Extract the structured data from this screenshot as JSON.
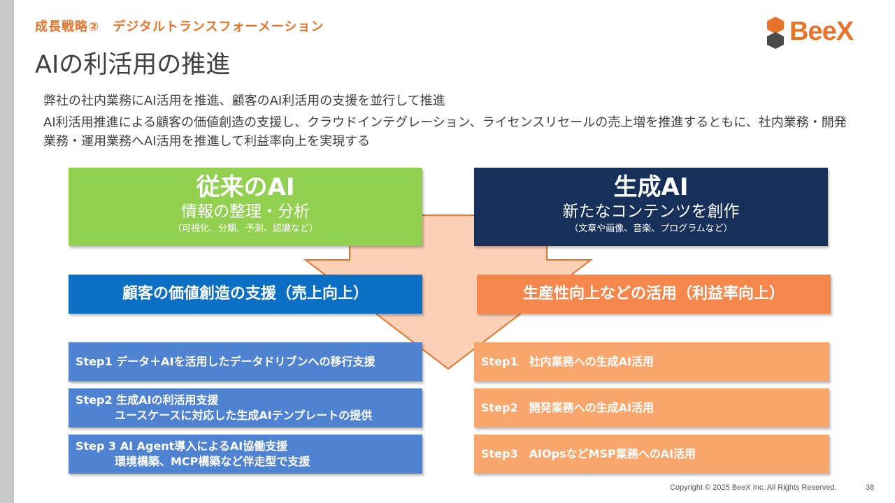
{
  "header": {
    "kicker": "成長戦略②　デジタルトランスフォーメーション",
    "title": "AIの利活用の推進",
    "logo_text": "BeeX",
    "logo_color": "#e8742a"
  },
  "lead": {
    "line1": "弊社の社内業務にAI活用を推進、顧客のAI利活用の支援を並行して推進",
    "line2": "AI利活用推進による顧客の価値創造の支援し、クラウドインテグレーション、ライセンスリセールの売上増を推進するともに、社内業務・開発業務・運用業務へAI活用を推進して利益率向上を実現する"
  },
  "left": {
    "heading": "従来のAI",
    "sub": "情報の整理・分析",
    "note": "（可視化、分類、予測、認識など）",
    "bar": "顧客の価値創造の支援（売上向上）",
    "steps": [
      {
        "line1": "Step1 データ＋AIを活用したデータドリブンへの移行支援",
        "line2": ""
      },
      {
        "line1": "Step2  生成AIの利活用支援",
        "line2": "ユースケースに対応した生成AIテンプレートの提供"
      },
      {
        "line1": "Step 3  AI Agent導入によるAI協働支援",
        "line2": "環境構築、MCP構築など伴走型で支援"
      }
    ]
  },
  "right": {
    "heading": "生成AI",
    "sub": "新たなコンテンツを創作",
    "note": "（文章や画像、音楽、プログラムなど）",
    "bar": "生産性向上などの活用（利益率向上）",
    "steps": [
      "Step1　社内業務への生成AI活用",
      "Step2　開発業務への生成AI活用",
      "Step3　AIOpsなどMSP業務へのAI活用"
    ]
  },
  "footer": {
    "copyright": "Copyright © 2025 BeeX Inc. All Rights Reserved.",
    "page": "38"
  },
  "colors": {
    "green": "#92d050",
    "navy": "#17305a",
    "blue": "#0b6fc4",
    "orange": "#f5874d",
    "step_blue": "#4f83d1",
    "step_orange": "#f9a66c",
    "arrow_fill": "#fbd0b6",
    "arrow_stroke": "#e8742a"
  }
}
